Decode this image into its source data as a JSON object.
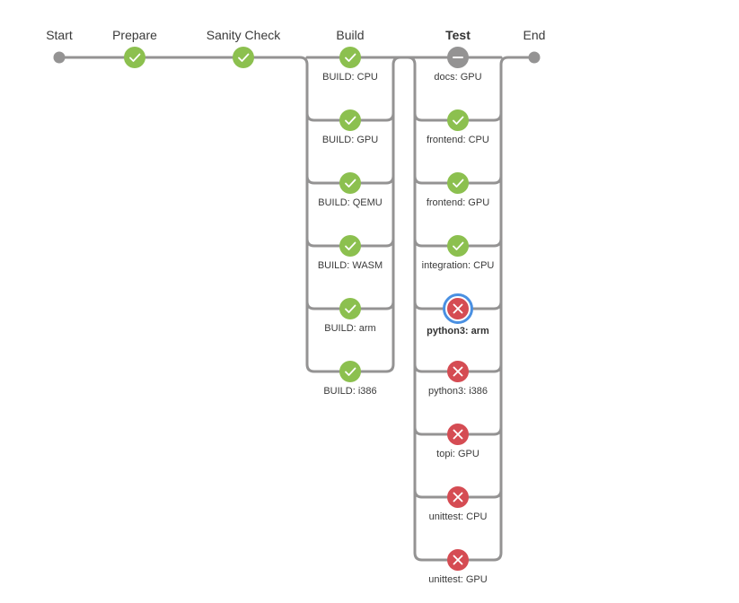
{
  "colors": {
    "success": "#8cc04f",
    "failure": "#d54c53",
    "not_built": "#949393",
    "connector": "#949393",
    "selection": "#4a90e2"
  },
  "stages": [
    {
      "id": "start",
      "label": "Start",
      "kind": "terminal",
      "bold": false
    },
    {
      "id": "prepare",
      "label": "Prepare",
      "status": "success",
      "icon": "check-icon",
      "bold": false
    },
    {
      "id": "sanity-check",
      "label": "Sanity Check",
      "status": "success",
      "icon": "check-icon",
      "bold": false
    },
    {
      "id": "build",
      "label": "Build",
      "status": "success",
      "icon": "check-icon",
      "bold": false,
      "branches": [
        {
          "label": "BUILD: CPU",
          "status": "success",
          "icon": "check-icon"
        },
        {
          "label": "BUILD: GPU",
          "status": "success",
          "icon": "check-icon"
        },
        {
          "label": "BUILD: QEMU",
          "status": "success",
          "icon": "check-icon"
        },
        {
          "label": "BUILD: WASM",
          "status": "success",
          "icon": "check-icon"
        },
        {
          "label": "BUILD: arm",
          "status": "success",
          "icon": "check-icon"
        },
        {
          "label": "BUILD: i386",
          "status": "success",
          "icon": "check-icon"
        }
      ]
    },
    {
      "id": "test",
      "label": "Test",
      "status": "not_built",
      "icon": "minus-icon",
      "bold": true,
      "branches": [
        {
          "label": "docs: GPU",
          "status": "not_built",
          "icon": "minus-icon"
        },
        {
          "label": "frontend: CPU",
          "status": "success",
          "icon": "check-icon"
        },
        {
          "label": "frontend: GPU",
          "status": "success",
          "icon": "check-icon"
        },
        {
          "label": "integration: CPU",
          "status": "success",
          "icon": "check-icon"
        },
        {
          "label": "python3: arm",
          "status": "failure",
          "icon": "cross-icon",
          "selected": true
        },
        {
          "label": "python3: i386",
          "status": "failure",
          "icon": "cross-icon"
        },
        {
          "label": "topi: GPU",
          "status": "failure",
          "icon": "cross-icon"
        },
        {
          "label": "unittest: CPU",
          "status": "failure",
          "icon": "cross-icon"
        },
        {
          "label": "unittest: GPU",
          "status": "failure",
          "icon": "cross-icon"
        }
      ]
    },
    {
      "id": "end",
      "label": "End",
      "kind": "terminal",
      "bold": false
    }
  ]
}
